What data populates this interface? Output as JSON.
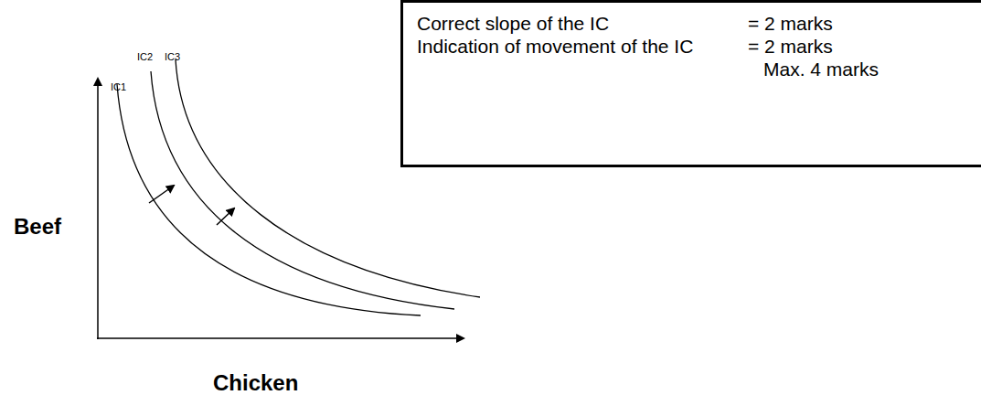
{
  "diagram": {
    "nodes": [
      {
        "text": [
          "Correct slope of the IC",
          "= 2 marks",
          "Indication of movement of the IC",
          "= 2 marks",
          "Max. 4 marks"
        ]
      }
    ],
    "labels": [
      "Beef",
      "Chicken",
      "IC1",
      "IC2",
      "IC3"
    ]
  }
}
